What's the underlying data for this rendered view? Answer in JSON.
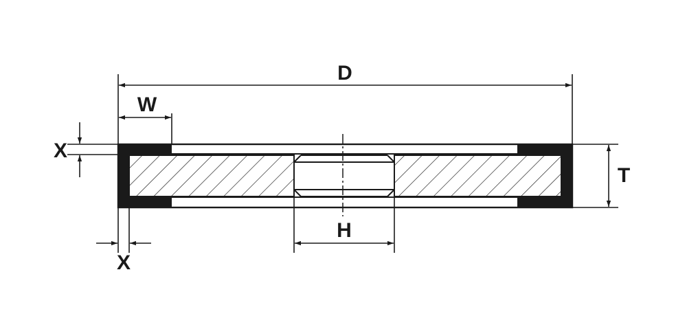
{
  "labels": {
    "diameter": "D",
    "width": "W",
    "thickness": "T",
    "bore": "H",
    "layer_thickness_left": "X",
    "layer_thickness_bottom": "X"
  },
  "colors": {
    "ink": "#1a1a1a",
    "background": "#ffffff"
  }
}
